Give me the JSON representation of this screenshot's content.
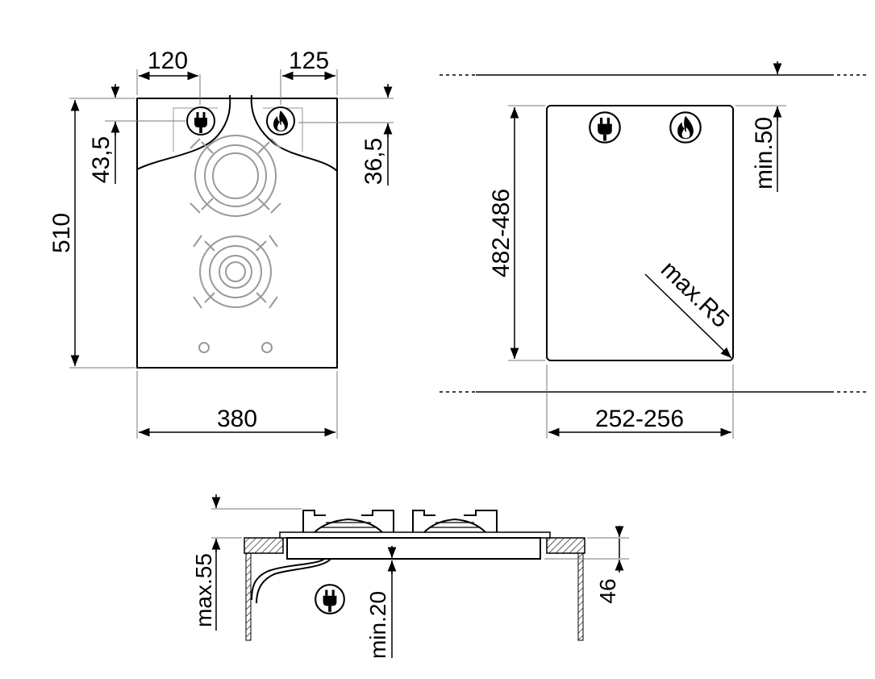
{
  "front_view": {
    "dim_plug_offset": "120",
    "dim_gas_offset": "125",
    "dim_plug_from_top": "43,5",
    "dim_gas_from_top": "36,5",
    "dim_height": "510",
    "dim_width": "380",
    "icons": [
      "electric-plug-icon",
      "gas-flame-icon"
    ]
  },
  "cutout_view": {
    "dim_cutout_height": "482-486",
    "dim_cutout_width": "252-256",
    "dim_min_clearance": "min.50",
    "dim_corner_radius": "max.R5",
    "icons": [
      "electric-plug-icon",
      "gas-flame-icon"
    ]
  },
  "side_view": {
    "dim_max_height": "max.55",
    "dim_min_clearance": "min.20",
    "dim_depth": "46",
    "icons": [
      "electric-plug-icon"
    ]
  },
  "colors": {
    "line": "#000000",
    "ghost": "#999999",
    "background": "#ffffff"
  }
}
